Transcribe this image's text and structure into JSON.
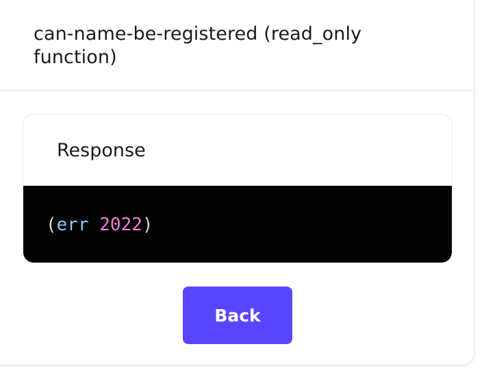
{
  "header": {
    "title": "can-name-be-registered (read_only function)"
  },
  "response": {
    "title": "Response",
    "code": {
      "open_paren": "(",
      "keyword": "err",
      "space": " ",
      "value": "2022",
      "close_paren": ")"
    }
  },
  "actions": {
    "back_label": "Back"
  },
  "colors": {
    "button": "#5846ff",
    "code_bg": "#030303",
    "keyword": "#8ec7ee",
    "number": "#ee82d8"
  }
}
